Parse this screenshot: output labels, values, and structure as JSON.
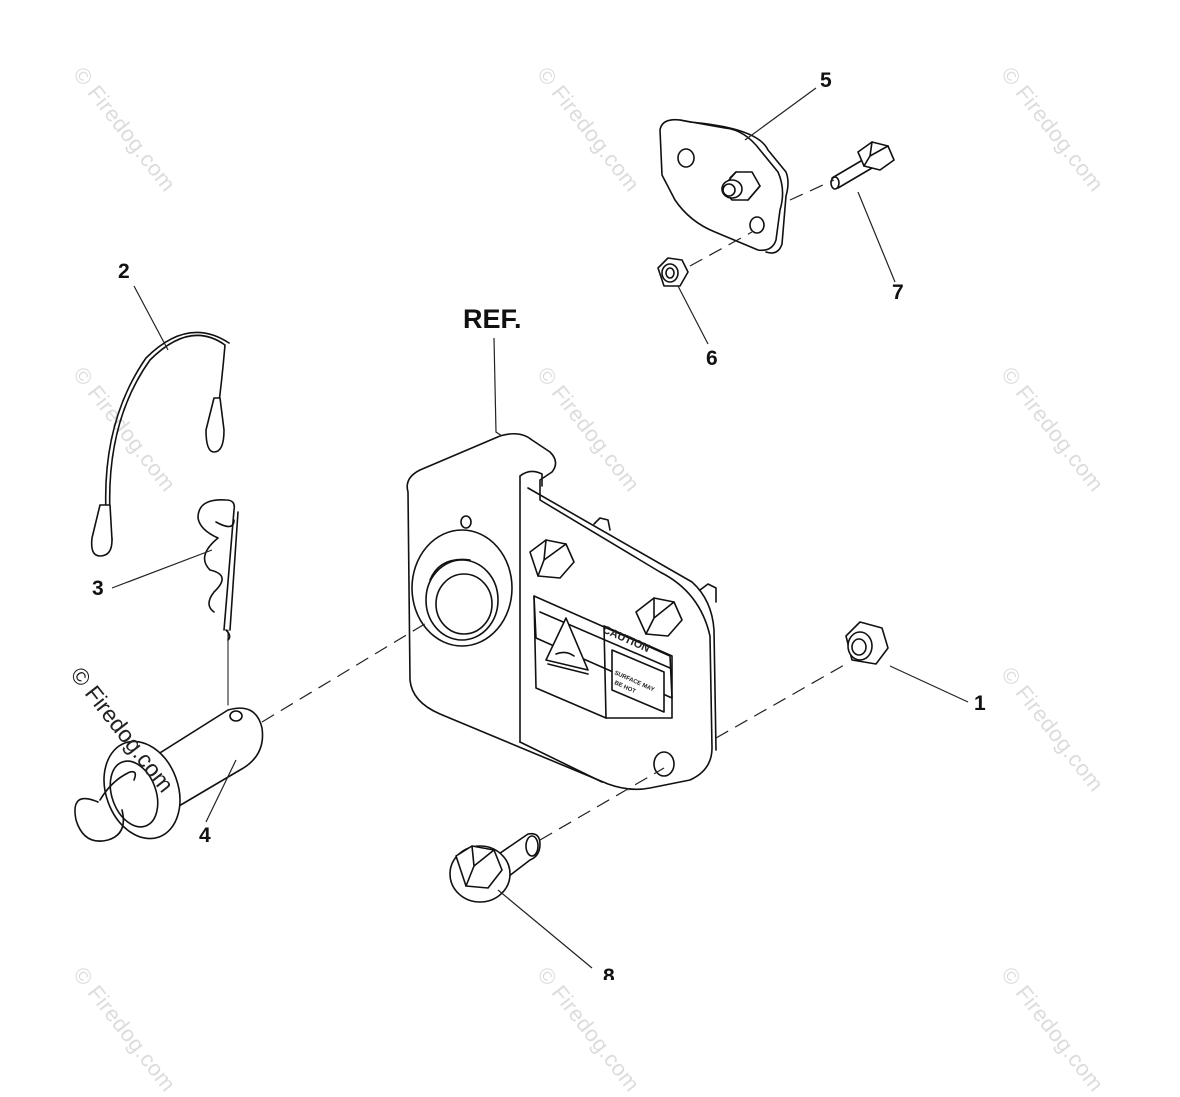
{
  "callouts": {
    "c1": "1",
    "c2": "2",
    "c3": "3",
    "c4": "4",
    "c5": "5",
    "c6": "6",
    "c7": "7",
    "c8": "8",
    "ref": "REF."
  },
  "decal": {
    "caution": "CAUTION",
    "warning_line1": "SURFACE MAY",
    "warning_line2": "BE HOT"
  },
  "watermarks": {
    "faint": "© Firedog.com",
    "bold": "© Firedog.com"
  }
}
